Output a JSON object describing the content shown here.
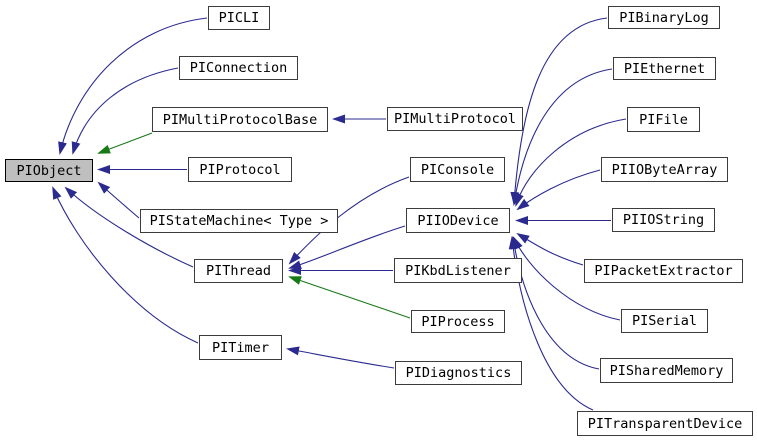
{
  "diagram": {
    "type": "class-inheritance-graph",
    "background": "#ffffff",
    "colors": {
      "inheritance_public": "#2a2a8f",
      "inheritance_protected": "#177a17",
      "node_border": "#3c3c3c",
      "current_node_fill": "#bfbfbf",
      "node_fill": "#ffffff",
      "text": "#000000"
    },
    "nodes": [
      {
        "id": "PIObject",
        "label": "PIObject",
        "current": true
      },
      {
        "id": "PICLI",
        "label": "PICLI"
      },
      {
        "id": "PIConnection",
        "label": "PIConnection"
      },
      {
        "id": "PIMultiProtocolBase",
        "label": "PIMultiProtocolBase"
      },
      {
        "id": "PIProtocol",
        "label": "PIProtocol"
      },
      {
        "id": "PIStateMachine",
        "label": "PIStateMachine< Type >"
      },
      {
        "id": "PIThread",
        "label": "PIThread"
      },
      {
        "id": "PITimer",
        "label": "PITimer"
      },
      {
        "id": "PIMultiProtocol",
        "label": "PIMultiProtocol"
      },
      {
        "id": "PIConsole",
        "label": "PIConsole"
      },
      {
        "id": "PIIODevice",
        "label": "PIIODevice"
      },
      {
        "id": "PIKbdListener",
        "label": "PIKbdListener"
      },
      {
        "id": "PIProcess",
        "label": "PIProcess"
      },
      {
        "id": "PIDiagnostics",
        "label": "PIDiagnostics"
      },
      {
        "id": "PIBinaryLog",
        "label": "PIBinaryLog"
      },
      {
        "id": "PIEthernet",
        "label": "PIEthernet"
      },
      {
        "id": "PIFile",
        "label": "PIFile"
      },
      {
        "id": "PIIOByteArray",
        "label": "PIIOByteArray"
      },
      {
        "id": "PIIOString",
        "label": "PIIOString"
      },
      {
        "id": "PIPacketExtractor",
        "label": "PIPacketExtractor"
      },
      {
        "id": "PISerial",
        "label": "PISerial"
      },
      {
        "id": "PISharedMemory",
        "label": "PISharedMemory"
      },
      {
        "id": "PITransparentDevice",
        "label": "PITransparentDevice"
      }
    ],
    "edges": [
      {
        "from": "PICLI",
        "to": "PIObject",
        "inheritance": "public"
      },
      {
        "from": "PIConnection",
        "to": "PIObject",
        "inheritance": "public"
      },
      {
        "from": "PIMultiProtocolBase",
        "to": "PIObject",
        "inheritance": "protected"
      },
      {
        "from": "PIProtocol",
        "to": "PIObject",
        "inheritance": "public"
      },
      {
        "from": "PIStateMachine",
        "to": "PIObject",
        "inheritance": "public"
      },
      {
        "from": "PIThread",
        "to": "PIObject",
        "inheritance": "public"
      },
      {
        "from": "PITimer",
        "to": "PIObject",
        "inheritance": "public"
      },
      {
        "from": "PIMultiProtocol",
        "to": "PIMultiProtocolBase",
        "inheritance": "public"
      },
      {
        "from": "PIConsole",
        "to": "PIThread",
        "inheritance": "public"
      },
      {
        "from": "PIIODevice",
        "to": "PIThread",
        "inheritance": "public"
      },
      {
        "from": "PIKbdListener",
        "to": "PIThread",
        "inheritance": "public"
      },
      {
        "from": "PIProcess",
        "to": "PIThread",
        "inheritance": "protected"
      },
      {
        "from": "PIDiagnostics",
        "to": "PITimer",
        "inheritance": "public"
      },
      {
        "from": "PIBinaryLog",
        "to": "PIIODevice",
        "inheritance": "public"
      },
      {
        "from": "PIEthernet",
        "to": "PIIODevice",
        "inheritance": "public"
      },
      {
        "from": "PIFile",
        "to": "PIIODevice",
        "inheritance": "public"
      },
      {
        "from": "PIIOByteArray",
        "to": "PIIODevice",
        "inheritance": "public"
      },
      {
        "from": "PIIOString",
        "to": "PIIODevice",
        "inheritance": "public"
      },
      {
        "from": "PIPacketExtractor",
        "to": "PIIODevice",
        "inheritance": "public"
      },
      {
        "from": "PISerial",
        "to": "PIIODevice",
        "inheritance": "public"
      },
      {
        "from": "PISharedMemory",
        "to": "PIIODevice",
        "inheritance": "public"
      },
      {
        "from": "PITransparentDevice",
        "to": "PIIODevice",
        "inheritance": "public"
      }
    ]
  }
}
